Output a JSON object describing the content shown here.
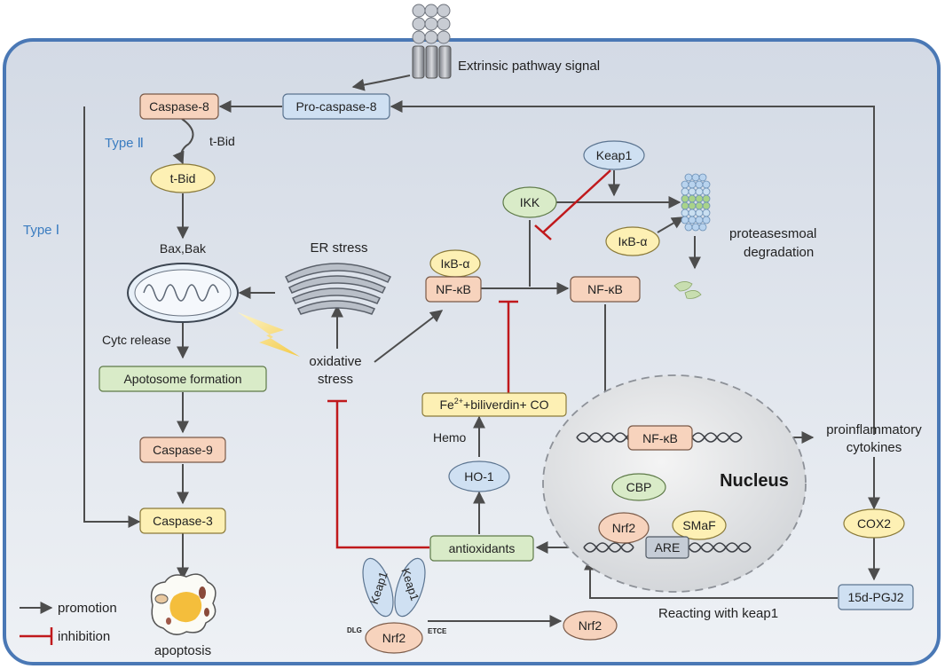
{
  "signal": "Extrinsic pathway signal",
  "nodes": {
    "caspase8": "Caspase-8",
    "procaspase8": "Pro-caspase-8",
    "tbid_oval": "t-Bid",
    "tbid_label": "t-Bid",
    "bax": "Bax,Bak",
    "cytc": "Cytc release",
    "apotosome": "Apotosome formation",
    "caspase9": "Caspase-9",
    "caspase3": "Caspase-3",
    "apoptosis": "apoptosis",
    "er_stress": "ER stress",
    "oxidative1": "oxidative",
    "oxidative2": "stress",
    "ikba1": "IκB-α",
    "nfkb1": "NF-κB",
    "nfkb2": "NF-κB",
    "nfkb3": "NF-κB",
    "ikk": "IKK",
    "keap1": "Keap1",
    "ikba2": "IκB-α",
    "proteasome1": "proteasesmoal",
    "proteasome2": "degradation",
    "fe_pre": "Fe",
    "fe_sup": "2+",
    "fe_post": "+biliverdin+ CO",
    "hemo": "Hemo",
    "ho1": "HO-1",
    "antioxidants": "antioxidants",
    "cbp": "CBP",
    "nrf2_nucleus": "Nrf2",
    "smaf": "SMaF",
    "are": "ARE",
    "nucleus": "Nucleus",
    "proinflam1": "proinflammatory",
    "proinflam2": "cytokines",
    "cox2": "COX2",
    "pgj2": "15d-PGJ2",
    "reacting": "Reacting with keap1",
    "nrf2_free": "Nrf2",
    "complex_keap1a": "Keap1",
    "complex_keap1b": "Keap1",
    "complex_nrf2": "Nrf2",
    "dlg": "DLG",
    "etce": "ETCE"
  },
  "types": {
    "type1": "Type Ⅰ",
    "type2": "Type Ⅱ"
  },
  "legend": {
    "promotion": "promotion",
    "inhibition": "inhibition"
  },
  "colors": {
    "cell_fill": "#dfe4ec",
    "cell_border": "#4a78b5",
    "orange": "#f7d3bd",
    "blue": "#cfe0f2",
    "yellow": "#fdf0b4",
    "green": "#d9ebc8",
    "gray_oval": "#c5ccd6",
    "arrow": "#4d4d4d",
    "inhibit": "#c0191c",
    "type_label": "#3a7cc0"
  }
}
